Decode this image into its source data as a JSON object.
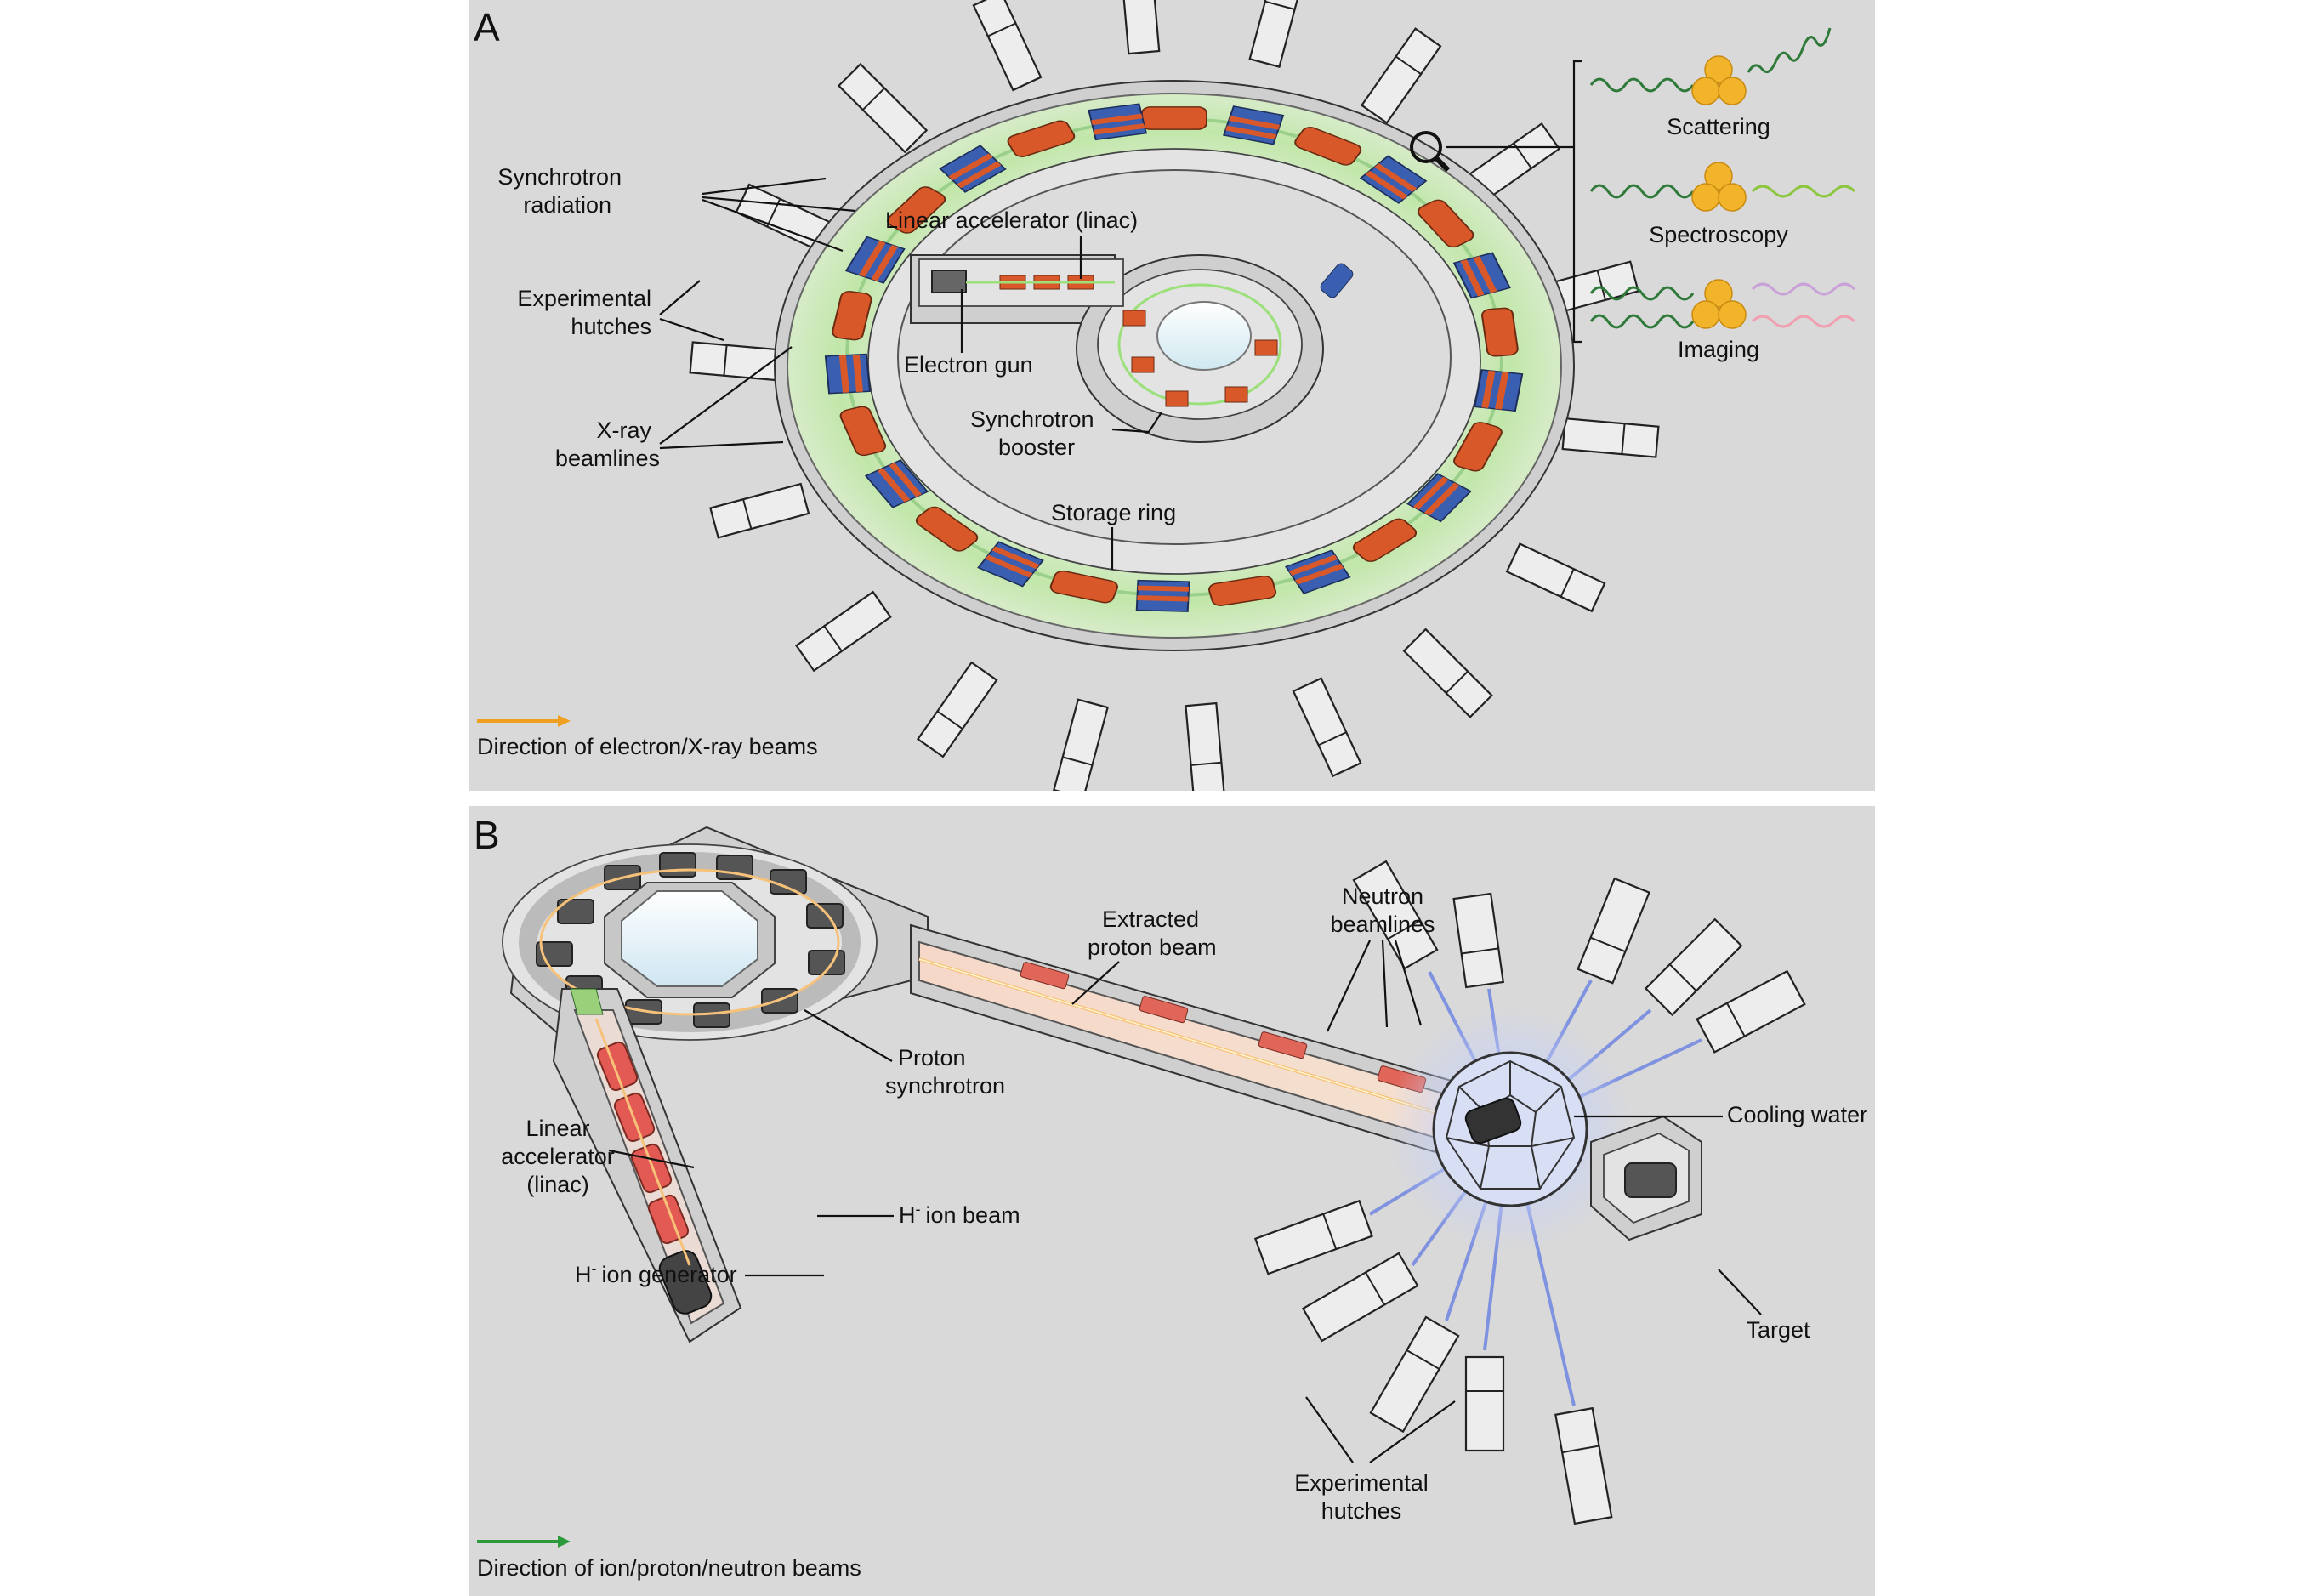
{
  "panel_a": {
    "letter": "A",
    "labels": {
      "synchrotron_radiation_1": "Synchrotron",
      "synchrotron_radiation_2": "radiation",
      "linac": "Linear accelerator (linac)",
      "experimental_hutches_1": "Experimental",
      "experimental_hutches_2": "hutches",
      "electron_gun": "Electron gun",
      "xray_beamlines_1": "X-ray",
      "xray_beamlines_2": "beamlines",
      "synchrotron_booster_1": "Synchrotron",
      "synchrotron_booster_2": "booster",
      "storage_ring": "Storage ring"
    },
    "techniques": [
      "Scattering",
      "Spectroscopy",
      "Imaging"
    ],
    "legend": "Direction of electron/X-ray beams",
    "legend_color": "#f0a020"
  },
  "panel_b": {
    "letter": "B",
    "labels": {
      "extracted_1": "Extracted",
      "extracted_2": "proton beam",
      "neutron_beamlines_1": "Neutron",
      "neutron_beamlines_2": "beamlines",
      "proton_synchrotron_1": "Proton",
      "proton_synchrotron_2": "synchrotron",
      "cooling_water": "Cooling water",
      "linac_1": "Linear",
      "linac_2": "accelerator",
      "linac_3": "(linac)",
      "h_ion_beam_sup": "-",
      "h_ion_beam": "ion beam",
      "h_ion_generator_sup": "-",
      "h_ion_generator": "ion generator",
      "target": "Target",
      "experimental_hutches_1": "Experimental",
      "experimental_hutches_2": "hutches"
    },
    "legend": "Direction of ion/proton/neutron beams",
    "legend_color": "#2a9a3a"
  },
  "colors": {
    "magnet_orange": "#d9582a",
    "magnet_blue": "#3b5fb0",
    "beam_green": "#9be07a",
    "wave_green": "#2f7a3a",
    "sample_gold": "#f2b42a",
    "neutron_blue": "#7f92e0"
  }
}
